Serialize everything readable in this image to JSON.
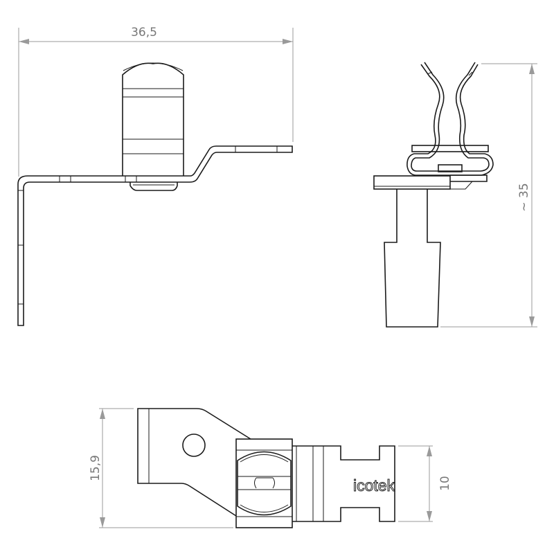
{
  "dimensions": {
    "width_top": "36,5",
    "height_side": "~ 35",
    "width_bottom": "15,9",
    "height_bottom": "10"
  },
  "logo_text": "icotek",
  "colors": {
    "line": "#1a1a1a",
    "dimension": "#9a9a9a",
    "dimension_text": "#777777"
  }
}
